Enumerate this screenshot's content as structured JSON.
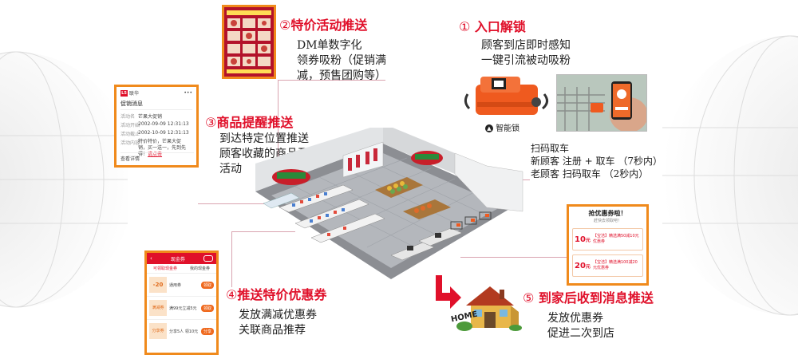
{
  "step1": {
    "num": "①",
    "title": "入口解锁",
    "desc": [
      "顾客到店即时感知",
      "一键引流被动吸粉"
    ],
    "lock_label": "智能锁"
  },
  "step2": {
    "num": "②",
    "title": "特价活动推送",
    "desc": [
      "DM单数字化",
      "领券吸粉（促销满",
      "减，预售团购等）"
    ]
  },
  "step3": {
    "num": "③",
    "title": "商品提醒推送",
    "desc": [
      "到达特定位置推送",
      "顾客收藏的商品及",
      "活动"
    ]
  },
  "step4": {
    "num": "④",
    "title": "推送特价优惠券",
    "desc": [
      "发放满减优惠券",
      "关联商品推荐"
    ]
  },
  "step5": {
    "num": "⑤",
    "title": "到家后收到消息推送",
    "desc": [
      "发放优惠券",
      "促进二次到店"
    ]
  },
  "cart_scan": {
    "lines": [
      "扫码取车",
      "新顾客 注册 + 取车 （7秒内）",
      "老顾客  扫码取车 （2秒内）"
    ]
  },
  "home_label": "HOME",
  "promo_msg": {
    "brand": "联华",
    "title": "促销消息",
    "rows": [
      {
        "k": "活动名",
        "v": "芒果大促销"
      },
      {
        "k": "活动开始",
        "v": "2002-09-09 12:31:13"
      },
      {
        "k": "活动截止",
        "v": "2002-10-09 12:31:13"
      },
      {
        "k": "活动内容",
        "v": "特价特价，芒果大促销，买一送一，先到先得！",
        "link": "请点击"
      }
    ],
    "footer": "查看详情"
  },
  "coupon_popup": {
    "title": "抢优惠券啦！",
    "subtitle": "赶快去领取吧！",
    "coupons": [
      {
        "amount": "10",
        "unit": "元",
        "desc": "【宝洁】精选满50减10元优惠券"
      },
      {
        "amount": "20",
        "unit": "元",
        "desc": "【宝洁】精选满100减20元优惠券"
      }
    ]
  },
  "coupon_app": {
    "header": "现金券",
    "tabs": [
      "可领取现金券",
      "我的现金券"
    ],
    "items": [
      {
        "badge": "20",
        "name": "通用券",
        "btn": "领取"
      },
      {
        "badge": "满减券",
        "name": "满99元立减5元",
        "btn": "领取"
      },
      {
        "badge": "分享券",
        "name": "分享5人 领10元",
        "btn": "分享"
      }
    ]
  },
  "colors": {
    "accent": "#e0102a",
    "frame": "#f08a1c",
    "connector": "#d9a3b0"
  }
}
